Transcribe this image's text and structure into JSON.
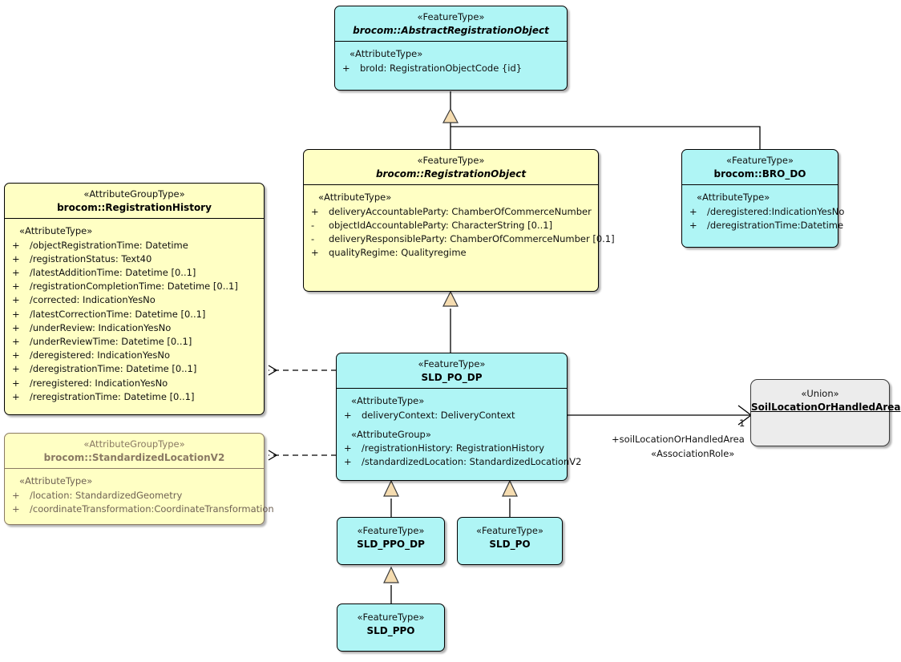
{
  "diagram": {
    "type": "uml-class-diagram",
    "colors": {
      "feature_type_fill": "#aff5f5",
      "attribute_group_fill": "#ffffc4",
      "union_fill": "#ececec",
      "generalization_arrow_fill": "#f5dcb0",
      "border": "#000000",
      "muted_border": "#8a7a63"
    }
  },
  "classes": {
    "abstractRegistrationObject": {
      "stereotype": "«FeatureType»",
      "name": "brocom::AbstractRegistrationObject",
      "compartment_label": "«AttributeType»",
      "attributes": [
        {
          "vis": "+",
          "text": "broId: RegistrationObjectCode {id}"
        }
      ]
    },
    "registrationObject": {
      "stereotype": "«FeatureType»",
      "name": "brocom::RegistrationObject",
      "compartment_label": "«AttributeType»",
      "attributes": [
        {
          "vis": "+",
          "text": "deliveryAccountableParty: ChamberOfCommerceNumber"
        },
        {
          "vis": "-",
          "text": "objectIdAccountableParty: CharacterString [0..1]"
        },
        {
          "vis": "-",
          "text": "deliveryResponsibleParty: ChamberOfCommerceNumber [0.1]"
        },
        {
          "vis": "+",
          "text": "qualityRegime: Qualityregime"
        }
      ]
    },
    "broDo": {
      "stereotype": "«FeatureType»",
      "name": "brocom::BRO_DO",
      "compartment_label": "«AttributeType»",
      "attributes": [
        {
          "vis": "+",
          "text": "/deregistered:IndicationYesNo"
        },
        {
          "vis": "+",
          "text": "/deregistrationTime:Datetime"
        }
      ]
    },
    "registrationHistory": {
      "stereotype": "«AttributeGroupType»",
      "name": "brocom::RegistrationHistory",
      "compartment_label": "«AttributeType»",
      "attributes": [
        {
          "vis": "+",
          "text": "/objectRegistrationTime: Datetime"
        },
        {
          "vis": "+",
          "text": "/registrationStatus: Text40"
        },
        {
          "vis": "+",
          "text": "/latestAdditionTime: Datetime [0..1]"
        },
        {
          "vis": "+",
          "text": "/registrationCompletionTime: Datetime [0..1]"
        },
        {
          "vis": "+",
          "text": "/corrected: IndicationYesNo"
        },
        {
          "vis": "+",
          "text": "/latestCorrectionTime: Datetime [0..1]"
        },
        {
          "vis": "+",
          "text": "/underReview: IndicationYesNo"
        },
        {
          "vis": "+",
          "text": "/underReviewTime: Datetime [0..1]"
        },
        {
          "vis": "+",
          "text": "/deregistered: IndicationYesNo"
        },
        {
          "vis": "+",
          "text": "/deregistrationTime: Datetime [0..1]"
        },
        {
          "vis": "+",
          "text": "/reregistered: IndicationYesNo"
        },
        {
          "vis": "+",
          "text": "/reregistrationTime: Datetime [0..1]"
        }
      ]
    },
    "standardizedLocationV2": {
      "stereotype": "«AttributeGroupType»",
      "name": "brocom::StandardizedLocationV2",
      "compartment_label": "«AttributeType»",
      "attributes": [
        {
          "vis": "+",
          "text": "/location: StandardizedGeometry"
        },
        {
          "vis": "+",
          "text": "/coordinateTransformation:CoordinateTransformation"
        }
      ]
    },
    "sldPoDp": {
      "stereotype": "«FeatureType»",
      "name": "SLD_PO_DP",
      "compartment_label": "«AttributeType»",
      "attributes": [
        {
          "vis": "+",
          "text": "deliveryContext: DeliveryContext"
        }
      ],
      "compartment_label_2": "«AttributeGroup»",
      "attributes_2": [
        {
          "vis": "+",
          "text": "/registrationHistory: RegistrationHistory"
        },
        {
          "vis": "+",
          "text": "/standardizedLocation: StandardizedLocationV2"
        }
      ]
    },
    "soilLocationOrHandledArea": {
      "stereotype": "«Union»",
      "name": "SoilLocationOrHandledArea"
    },
    "sldPpoDp": {
      "stereotype": "«FeatureType»",
      "name": "SLD_PPO_DP"
    },
    "sldPo": {
      "stereotype": "«FeatureType»",
      "name": "SLD_PO"
    },
    "sldPpo": {
      "stereotype": "«FeatureType»",
      "name": "SLD_PPO"
    }
  },
  "association": {
    "role_name": "+soilLocationOrHandledArea",
    "stereotype": "«AssociationRole»",
    "multiplicity": "1"
  }
}
